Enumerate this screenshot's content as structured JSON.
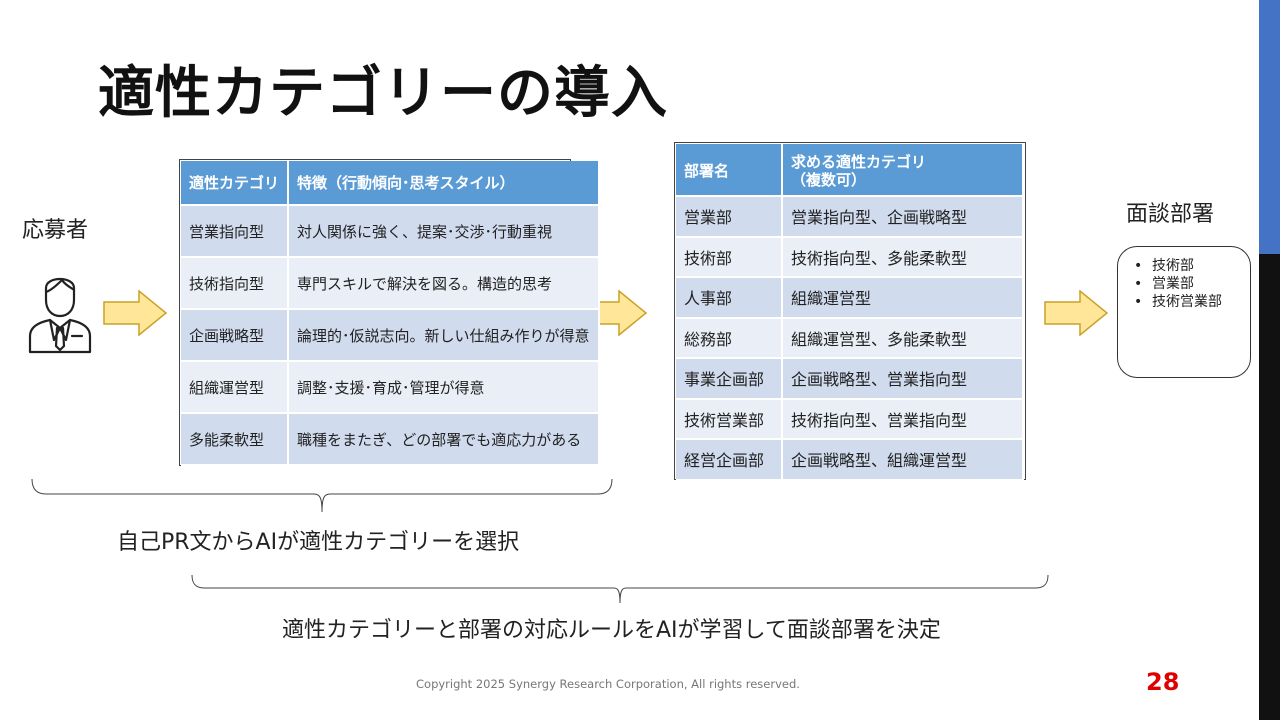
{
  "slide": {
    "title": "適性カテゴリーの導入",
    "page_number": "28",
    "copyright": "Copyright 2025 Synergy Research Corporation, All rights reserved."
  },
  "applicant": {
    "label": "応募者",
    "icon": "person-with-tie-icon"
  },
  "aptitude_table": {
    "headers": [
      "適性カテゴリ",
      "特徴（行動傾向･思考スタイル）"
    ],
    "rows": [
      [
        "営業指向型",
        "対人関係に強く、提案･交渉･行動重視"
      ],
      [
        "技術指向型",
        "専門スキルで解決を図る。構造的思考"
      ],
      [
        "企画戦略型",
        "論理的･仮説志向。新しい仕組み作りが得意"
      ],
      [
        "組織運営型",
        "調整･支援･育成･管理が得意"
      ],
      [
        "多能柔軟型",
        "職種をまたぎ、どの部署でも適応力がある"
      ]
    ]
  },
  "department_table": {
    "headers": [
      "部署名",
      "求める適性カテゴリ",
      "（複数可）"
    ],
    "rows": [
      [
        "営業部",
        "営業指向型、企画戦略型"
      ],
      [
        "技術部",
        "技術指向型、多能柔軟型"
      ],
      [
        "人事部",
        "組織運営型"
      ],
      [
        "総務部",
        "組織運営型、多能柔軟型"
      ],
      [
        "事業企画部",
        "企画戦略型、営業指向型"
      ],
      [
        "技術営業部",
        "技術指向型、営業指向型"
      ],
      [
        "経営企画部",
        "企画戦略型、組織運営型"
      ]
    ]
  },
  "interview": {
    "title": "面談部署",
    "items": [
      "技術部",
      "営業部",
      "技術営業部"
    ]
  },
  "captions": {
    "select": "自己PR文からAIが適性カテゴリーを選択",
    "decide": "適性カテゴリーと部署の対応ルールをAIが学習して面談部署を決定"
  },
  "colors": {
    "accent_blue": "#4472c4",
    "header_blue": "#5b9bd5",
    "row_dark": "#d0dbee",
    "row_light": "#e9eef7",
    "arrow_fill": "#ffe699",
    "arrow_stroke": "#c9a227",
    "page_number": "#e00000"
  }
}
